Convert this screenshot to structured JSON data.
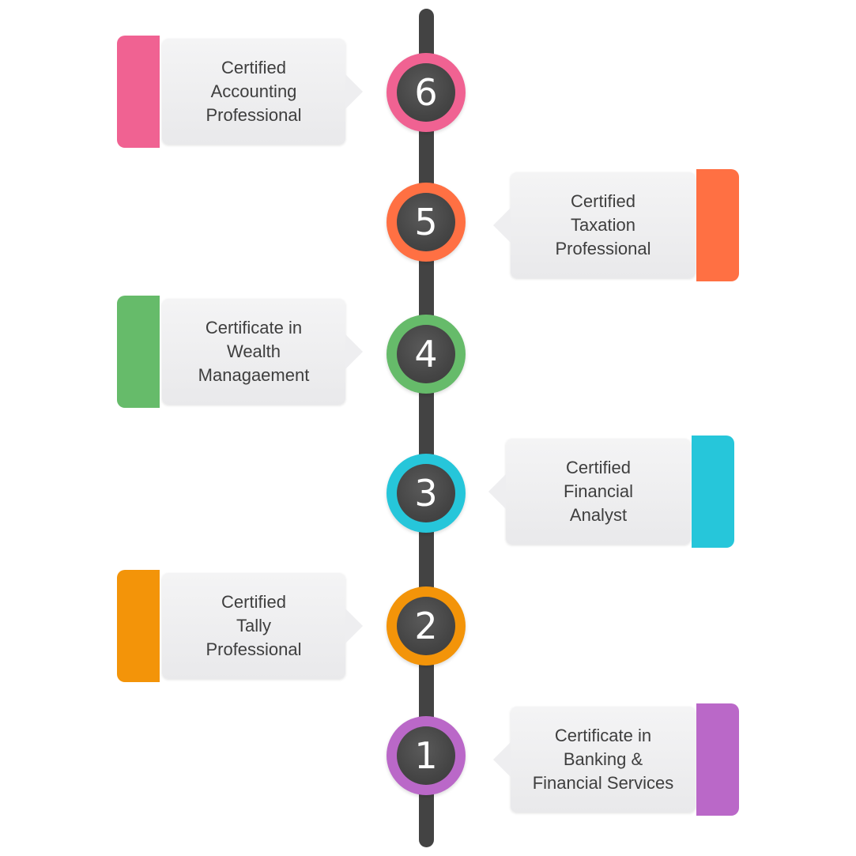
{
  "steps": [
    {
      "number": "6",
      "label": "Certified\nAccounting\nProfessional",
      "color": "#f06292",
      "side": "left"
    },
    {
      "number": "5",
      "label": "Certified\nTaxation\nProfessional",
      "color": "#ff7043",
      "side": "right"
    },
    {
      "number": "4",
      "label": "Certificate in\nWealth\nManagaement",
      "color": "#66bb6a",
      "side": "left"
    },
    {
      "number": "3",
      "label": "Certified\nFinancial\nAnalyst",
      "color": "#26c6da",
      "side": "right"
    },
    {
      "number": "2",
      "label": "Certified\nTally\nProfessional",
      "color": "#f39409",
      "side": "left"
    },
    {
      "number": "1",
      "label": "Certificate in\nBanking &\nFinancial Services",
      "color": "#ba68c8",
      "side": "right"
    }
  ]
}
